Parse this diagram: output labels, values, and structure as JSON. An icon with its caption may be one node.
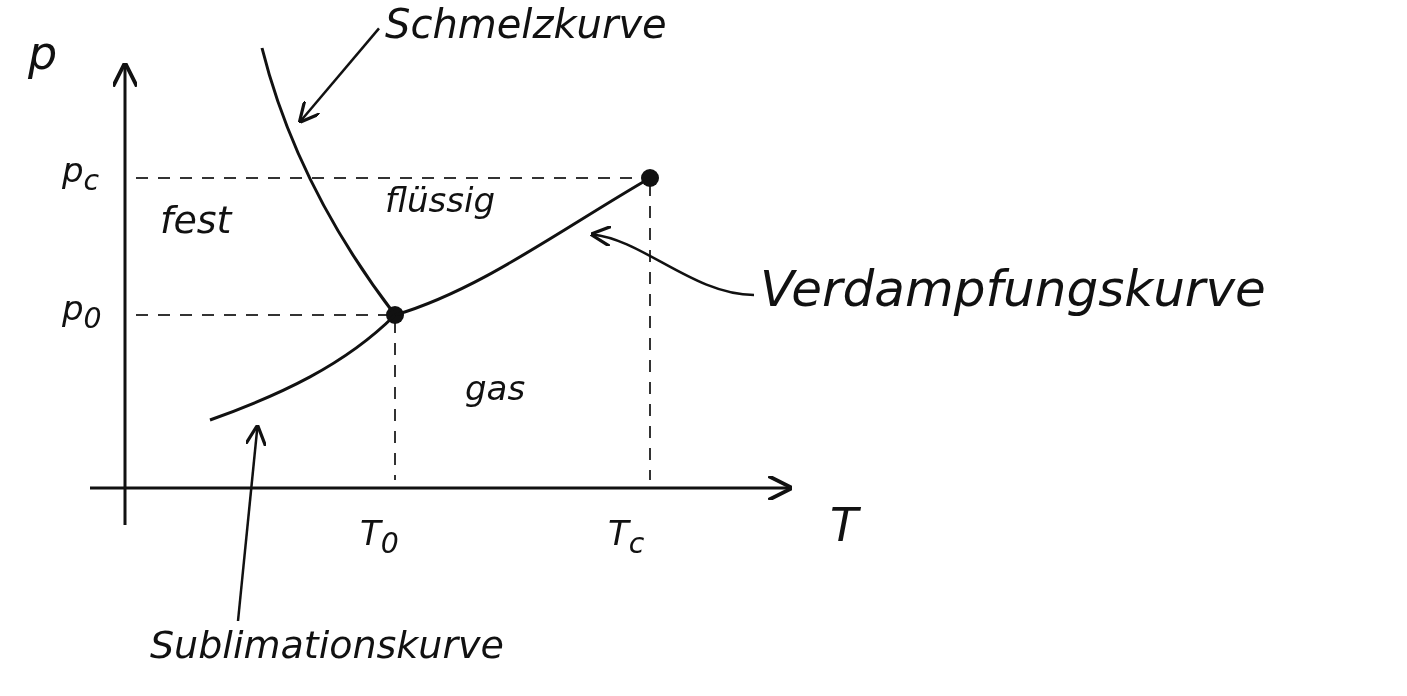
{
  "diagram": {
    "nodes": [
      {
        "text": [
          "Schmelzkurve"
        ]
      },
      {
        "text": [],
        "shape": "curve"
      },
      {
        "text": [
          "Verdampfungskurve"
        ]
      },
      {
        "text": [],
        "shape": "curve"
      },
      {
        "text": [
          "Sublimationskurve"
        ]
      },
      {
        "text": [],
        "shape": "curve"
      }
    ],
    "edges": [
      {
        "from": 0,
        "to": 1,
        "arrow": "to"
      },
      {
        "from": 2,
        "to": 3,
        "arrow": "to"
      },
      {
        "from": 4,
        "to": 5,
        "arrow": "to"
      }
    ],
    "labels": [
      "p",
      "p$_{c}$",
      "fest",
      "flüssig",
      "p$_{0}$",
      "gas",
      "T$_{0}$",
      "T$_{c}$",
      "T"
    ]
  }
}
